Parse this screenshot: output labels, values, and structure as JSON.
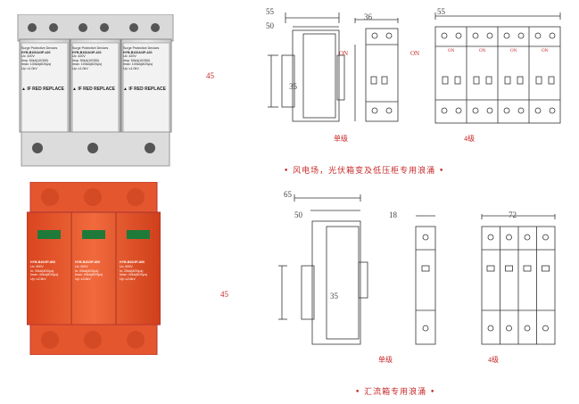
{
  "top_photo": {
    "module_header": "Surge Protective Devices",
    "modules": [
      {
        "model": "HYB-B100A/3P-420",
        "specs": [
          "Uc: 420V",
          "Iimp: 50kA(10/350)",
          "Imax: 100kA(8/20μs)",
          "Up: ≤1.0kV"
        ],
        "footer": "▲ IF RED REPLACE"
      },
      {
        "model": "HYB-B100A/3P-420",
        "specs": [
          "Uc: 420V",
          "Iimp: 50kA(10/350)",
          "Imax: 100kA(8/20μs)",
          "Up: ≤1.0kV"
        ],
        "footer": "▲ IF RED REPLACE"
      },
      {
        "model": "HYB-B100A/3P-420",
        "specs": [
          "Uc: 420V",
          "Iimp: 50kA(10/350)",
          "Imax: 100kA(8/20μs)",
          "Up: ≤1.0kV"
        ],
        "footer": "▲ IF RED REPLACE"
      }
    ]
  },
  "bottom_photo": {
    "modules": [
      {
        "model": "HYB-B40/3P-800",
        "specs": [
          "Uc: 800V",
          "In: 20kA(8/20μs)",
          "Imax: 40kA(8/20μs)",
          "Up: ≤2.6kV"
        ]
      },
      {
        "model": "HYB-B40/3P-800",
        "specs": [
          "Uc: 800V",
          "In: 20kA(8/20μs)",
          "Imax: 40kA(8/20μs)",
          "Up: ≤2.6kV"
        ]
      },
      {
        "model": "HYB-B40/3P-800",
        "specs": [
          "Uc: 800V",
          "In: 20kA(8/20μs)",
          "Imax: 40kA(8/20μs)",
          "Up: ≤2.6kV"
        ]
      }
    ]
  },
  "spacer_labels": [
    "45",
    "45"
  ],
  "top_drawings": {
    "dims": {
      "overall_depth": "55",
      "body_depth": "50",
      "width_single": "36",
      "height": "35",
      "on_single": "ON",
      "on_four": "ON"
    },
    "on_labels_four": [
      "ON",
      "ON",
      "ON",
      "ON"
    ],
    "captions": {
      "single": "单级",
      "four": "4级"
    },
    "heading": "• 风电场，光伏箱变及低压柜专用浪涌 •"
  },
  "bottom_drawings": {
    "dims": {
      "overall_depth": "65",
      "body_depth": "50",
      "width_single": "18",
      "height": "35",
      "width_four": "72"
    },
    "captions": {
      "single": "单级",
      "four": "4级"
    },
    "heading": "• 汇流箱专用浪涌 •"
  },
  "colors": {
    "caption_red": "#c62828",
    "line": "#333333",
    "orange": "#e4572e",
    "grey_body": "#d7d7d7"
  }
}
